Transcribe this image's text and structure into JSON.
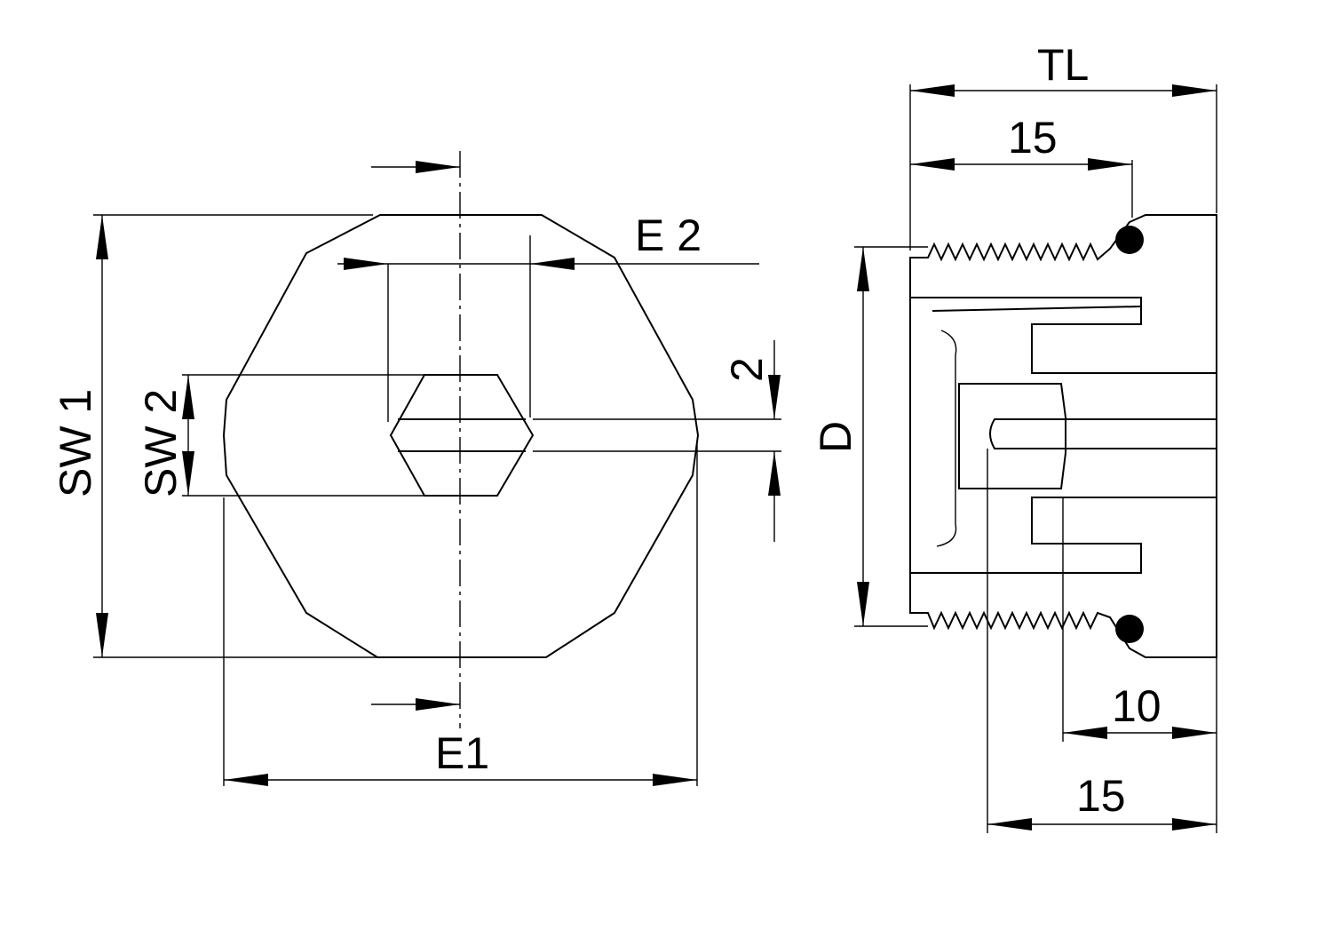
{
  "labels": {
    "tl": "TL",
    "top_15": "15",
    "e2": "E 2",
    "two": "2",
    "sw1": "SW 1",
    "sw2": "SW 2",
    "d": "D",
    "e1": "E1",
    "ten": "10",
    "bottom_15": "15"
  },
  "colors": {
    "line": "#000000",
    "background": "#ffffff"
  }
}
